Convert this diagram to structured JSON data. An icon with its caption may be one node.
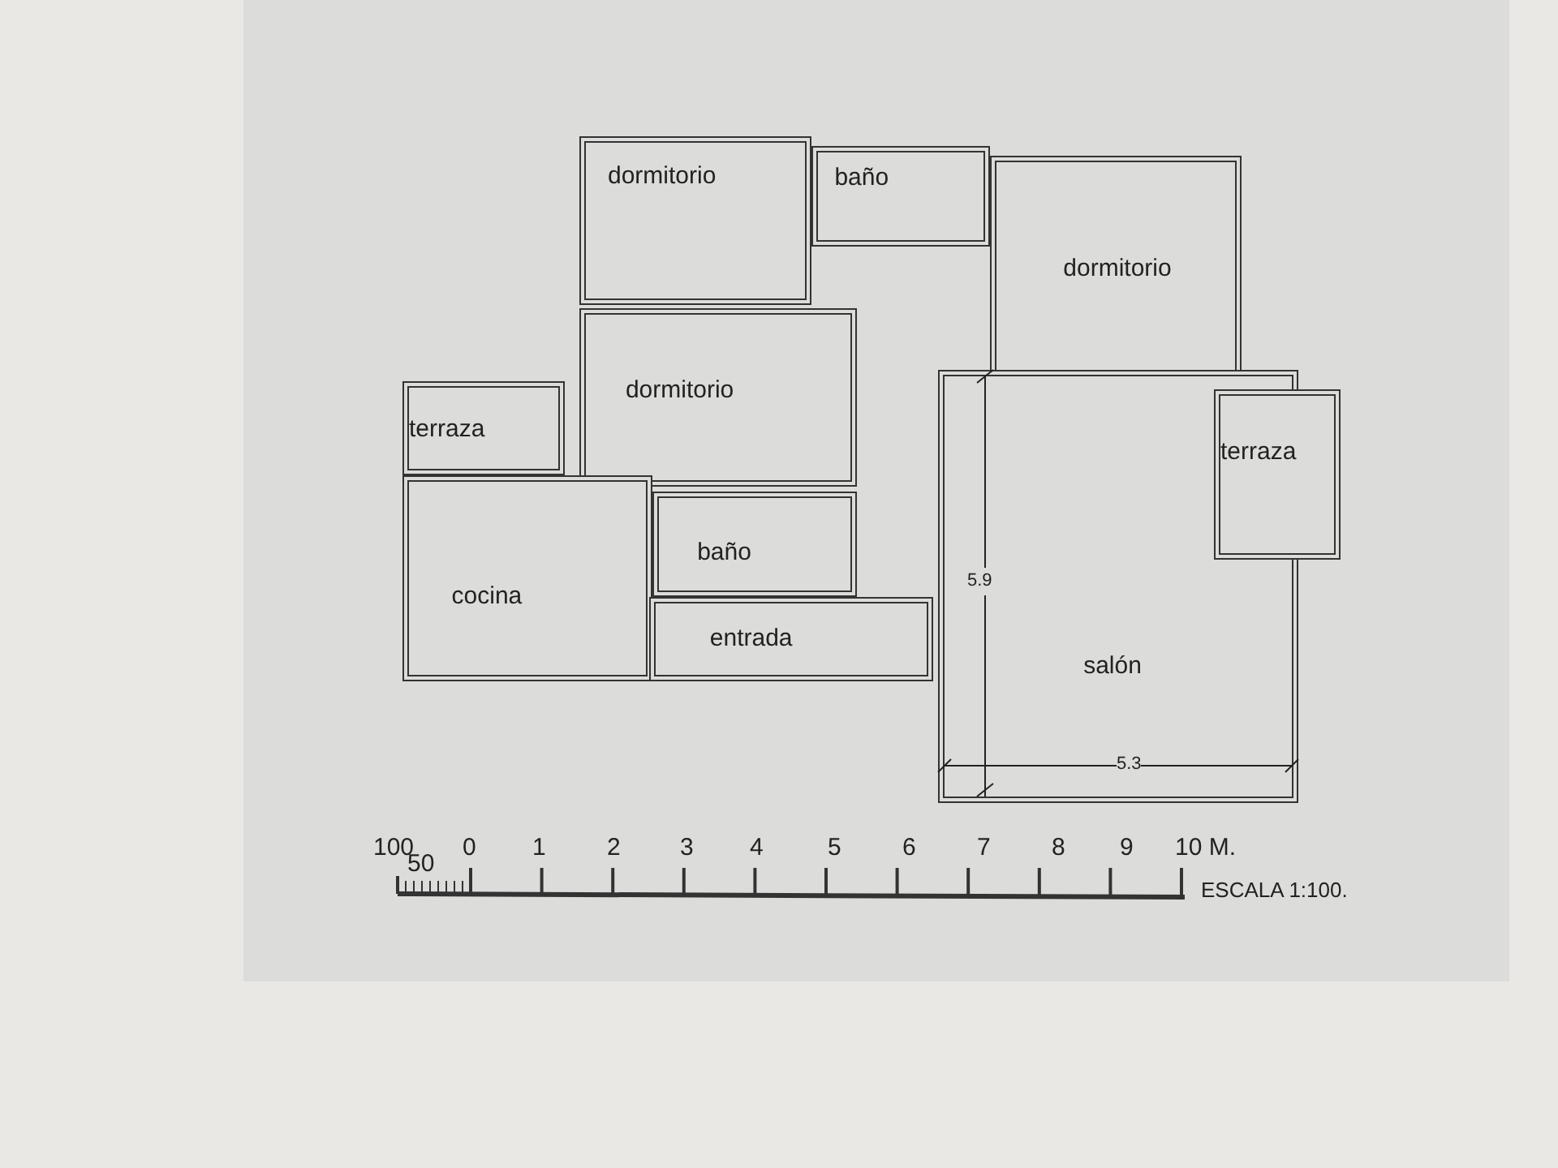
{
  "diagram": {
    "nodes": [
      {
        "text": [
          "dormitorio"
        ]
      },
      {
        "text": [
          "baño"
        ]
      },
      {
        "text": [
          "dormitorio"
        ]
      },
      {
        "text": [
          "dormitorio"
        ]
      },
      {
        "text": [
          "terraza"
        ]
      },
      {
        "text": [
          "cocina"
        ]
      },
      {
        "text": [
          "baño"
        ]
      },
      {
        "text": [
          "entrada"
        ]
      },
      {
        "text": [
          "salón"
        ]
      },
      {
        "text": [
          "terraza"
        ]
      }
    ],
    "labels": [
      "5.9",
      "5.3",
      "100",
      "50",
      "0",
      "1",
      "2",
      "3",
      "4",
      "5",
      "6",
      "7",
      "8",
      "9",
      "10 M.",
      "ESCALA 1:100."
    ]
  }
}
